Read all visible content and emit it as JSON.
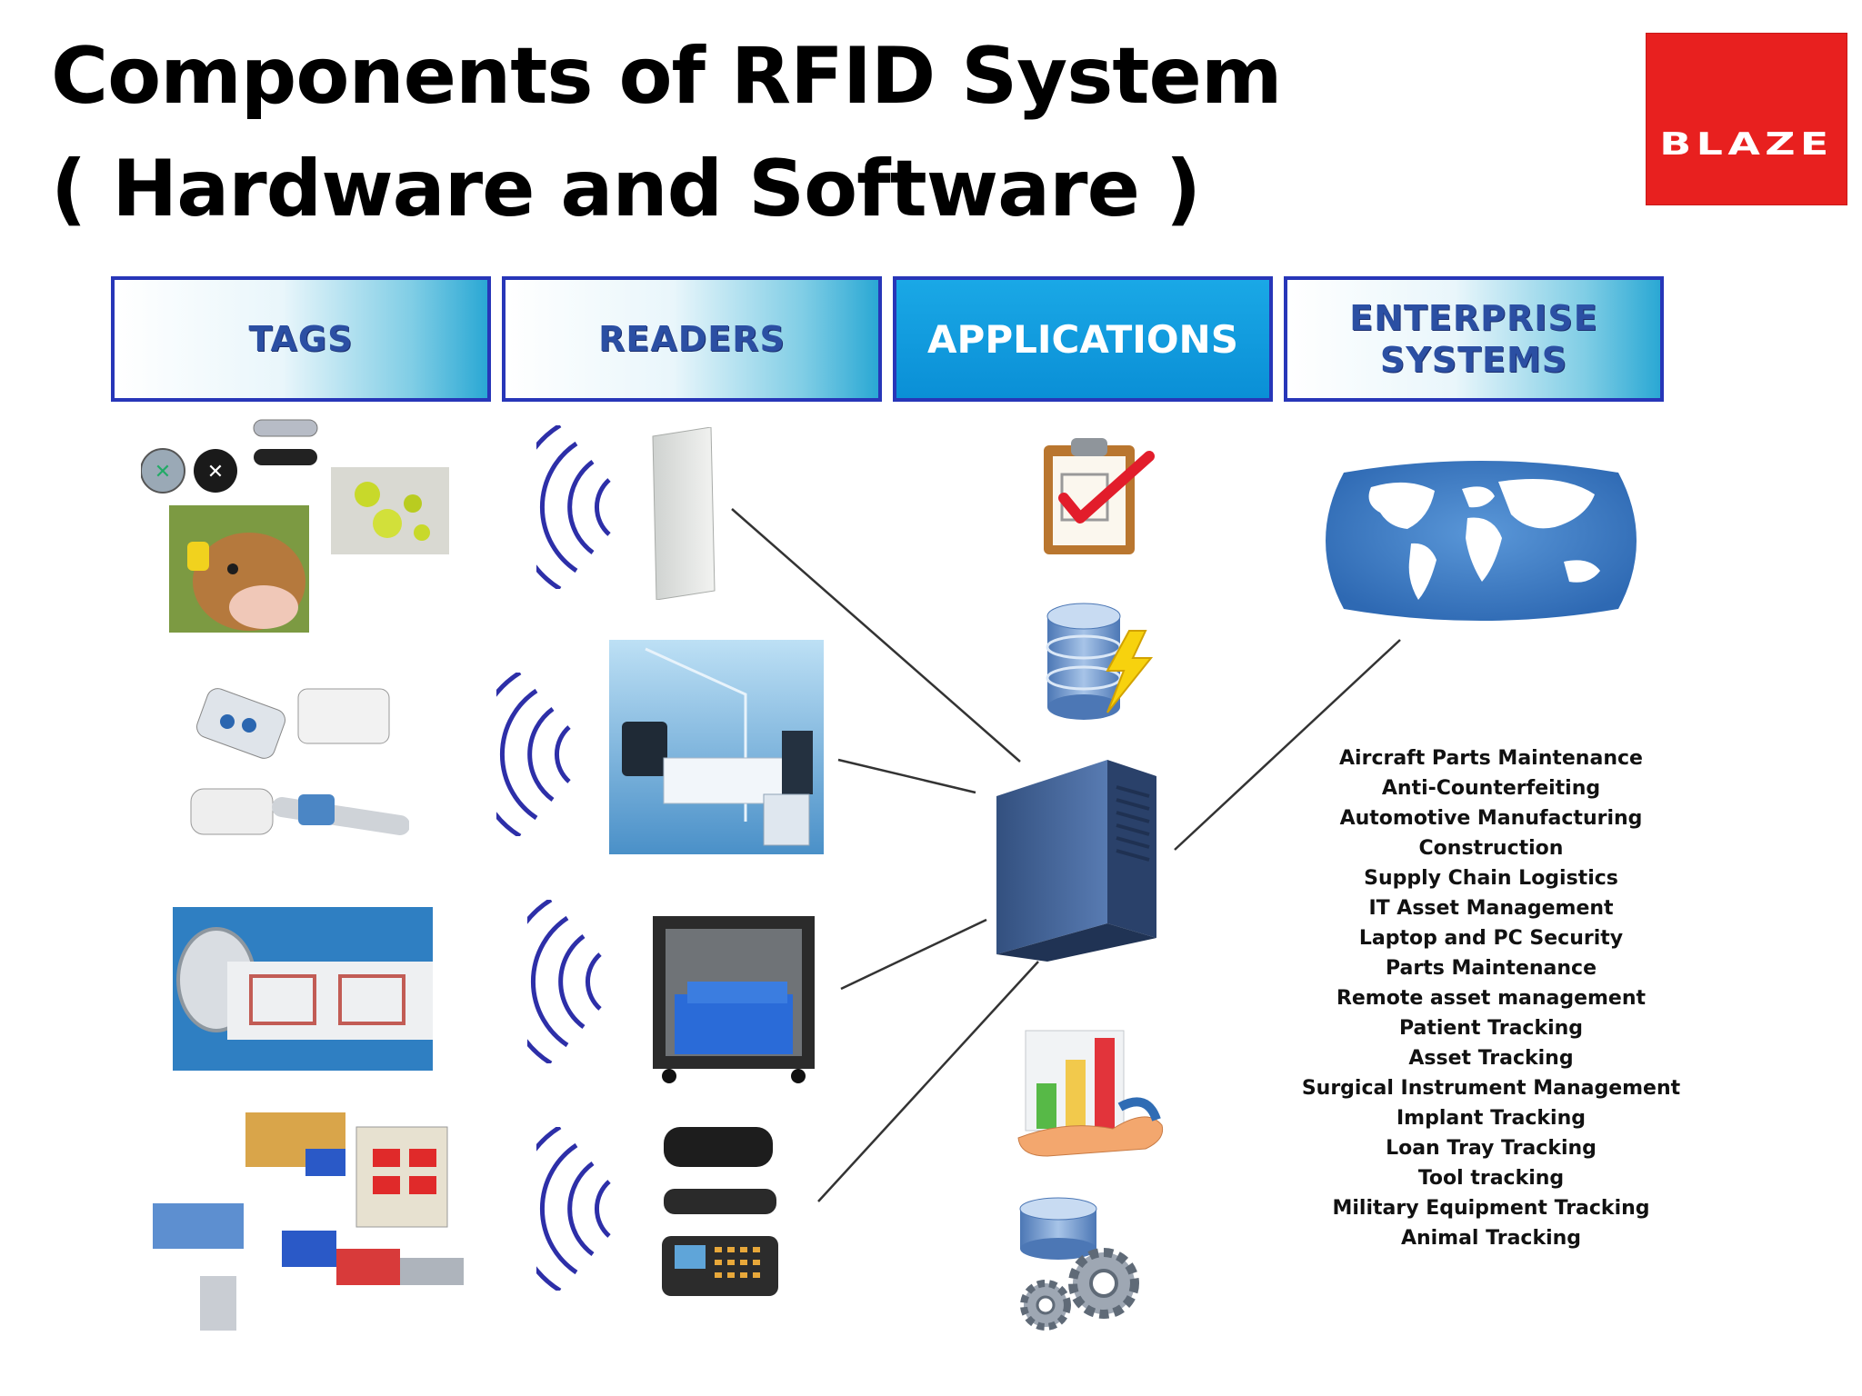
{
  "title": {
    "line1": "Components of RFID System",
    "line2": "( Hardware and Software )"
  },
  "logo": {
    "text": "BLAZE",
    "color": "#e8201f"
  },
  "columns": [
    {
      "label": "TAGS"
    },
    {
      "label": "READERS"
    },
    {
      "label": "APPLICATIONS"
    },
    {
      "label": "ENTERPRISE SYSTEMS",
      "line1": "ENTERPRISE",
      "line2": "SYSTEMS"
    }
  ],
  "icons": {
    "tags": [
      "tag-tokens-image",
      "cow-ear-tag-image",
      "wristband-tags-image",
      "rfid-label-roll-image",
      "industrial-equipment-image"
    ],
    "readers": [
      "panel-antenna-image",
      "room-reader-image",
      "rfid-cabinet-image",
      "handheld-readers-image"
    ],
    "applications": [
      "checklist-clipboard-icon",
      "database-lightning-icon",
      "chart-hand-icon",
      "database-gears-icon"
    ],
    "enterprise": [
      "world-map-icon",
      "server-tower-icon"
    ]
  },
  "enterprise_uses": [
    "Aircraft Parts Maintenance",
    "Anti-Counterfeiting",
    "Automotive Manufacturing",
    "Construction",
    "Supply Chain Logistics",
    "IT Asset Management",
    "Laptop and PC Security",
    "Parts Maintenance",
    "Remote asset management",
    "Patient Tracking",
    "Asset Tracking",
    "Surgical Instrument Management",
    "Implant Tracking",
    "Loan Tray Tracking",
    "Tool tracking",
    "Military Equipment Tracking",
    "Animal Tracking"
  ],
  "colors": {
    "header_border": "#2736b8",
    "header_text": "#2b4fa3",
    "applications_fill": "#0a8fd6",
    "wave": "#2d2fa8",
    "server": "#3d5a8c"
  }
}
